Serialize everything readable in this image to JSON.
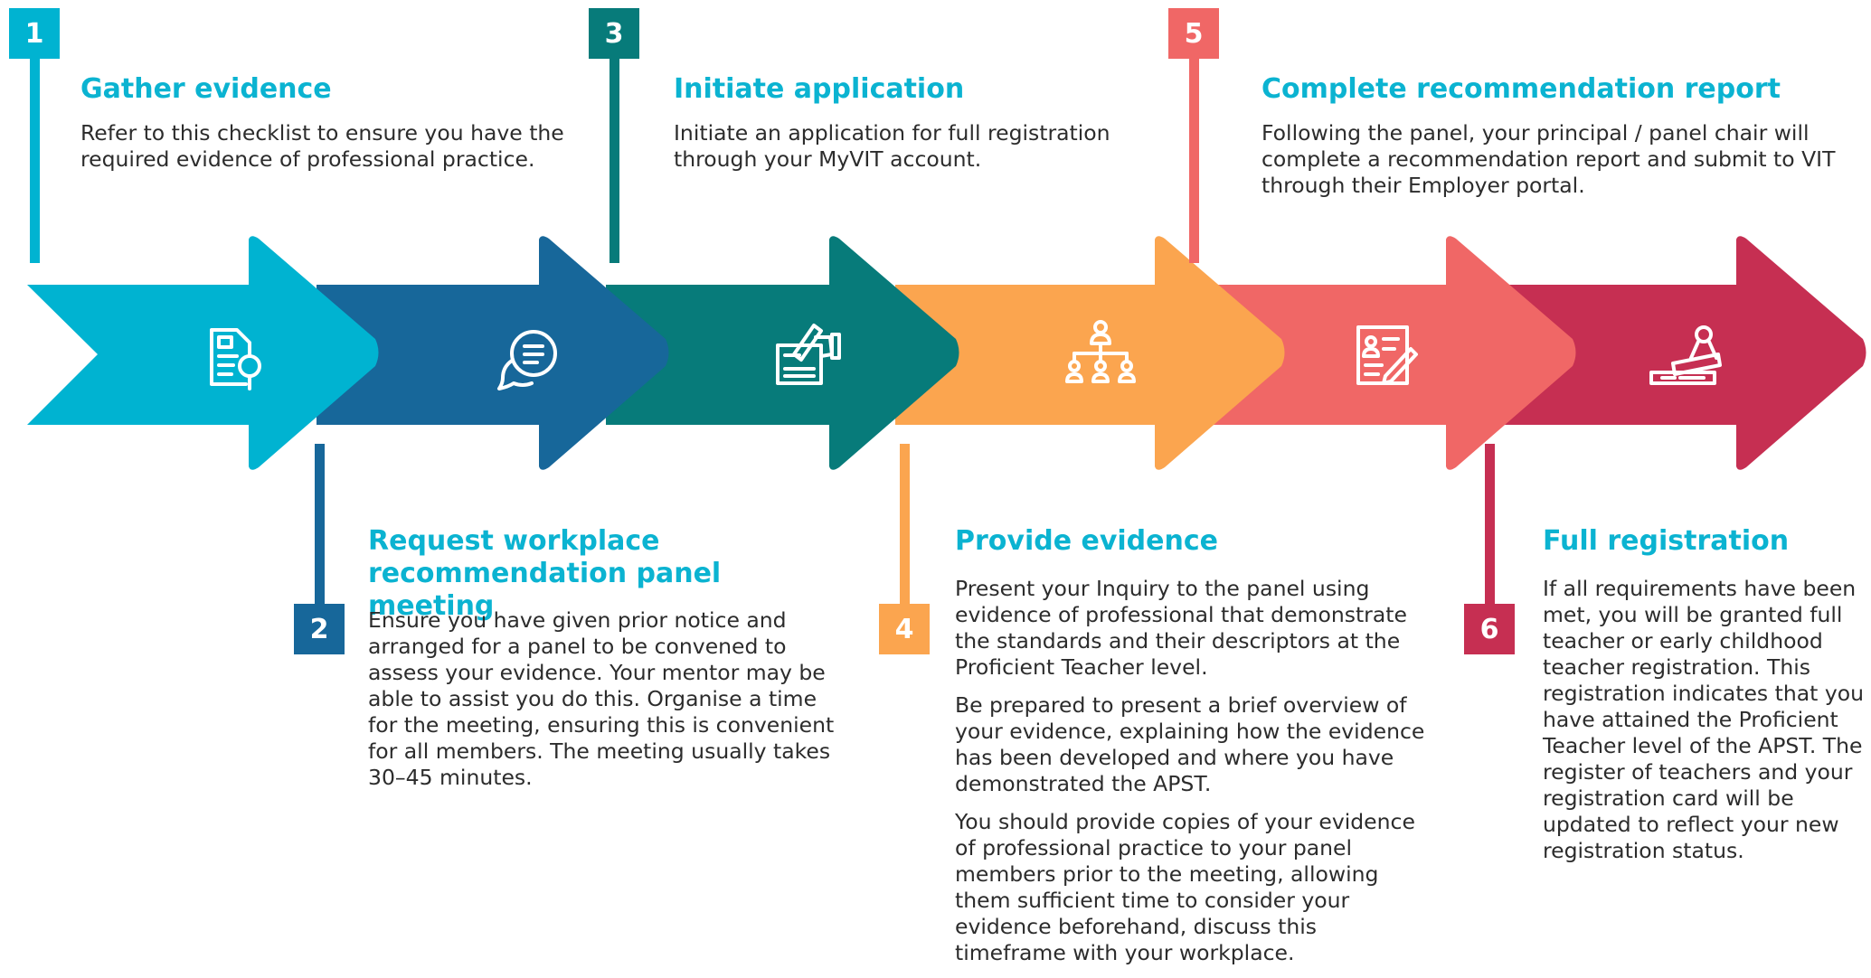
{
  "colors": {
    "title": "#0bb3d1",
    "step1": "#00b3d1",
    "step2": "#17679a",
    "step3": "#077b7a",
    "step4": "#fba54f",
    "step5": "#f06766",
    "step6": "#c62f52",
    "icon_bg": "#ffffff",
    "body_text": "#2c2c2c"
  },
  "steps": [
    {
      "number": "1",
      "title": "Gather evidence",
      "paragraphs": [
        "Refer to this checklist to ensure you have the required evidence of professional practice."
      ],
      "icon": "document-search-icon"
    },
    {
      "number": "2",
      "title": "Request workplace recommendation panel meeting",
      "paragraphs": [
        "Ensure you have given prior notice and arranged for a panel to be convened to assess your evidence. Your mentor may be able to assist you do this. Organise a time for the meeting, ensuring this is convenient for all members. The meeting usually takes 30–45 minutes."
      ],
      "icon": "speech-bubbles-icon"
    },
    {
      "number": "3",
      "title": "Initiate application",
      "paragraphs": [
        "Initiate an application for full registration through your MyVIT account."
      ],
      "icon": "signing-document-icon"
    },
    {
      "number": "4",
      "title": "Provide evidence",
      "paragraphs": [
        "Present your Inquiry to the panel using evidence of professional that demonstrate the standards and their descriptors at the Proficient Teacher level.",
        "Be prepared to present a brief overview of your evidence, explaining how the evidence has been developed and where you have demonstrated the APST.",
        "You should provide copies of your evidence of professional practice to your panel members prior to the meeting, allowing them sufficient time to consider your evidence beforehand, discuss this timeframe with your workplace."
      ],
      "icon": "org-chart-icon"
    },
    {
      "number": "5",
      "title": "Complete recommendation report",
      "paragraphs": [
        "Following the panel, your principal / panel chair will complete a recommendation report and submit to VIT through their Employer portal."
      ],
      "icon": "report-form-icon"
    },
    {
      "number": "6",
      "title": "Full registration",
      "paragraphs": [
        "If all requirements have been met, you will be granted full teacher or early childhood teacher registration. This registration indicates that you have attained the Proficient Teacher level of the APST. The register of teachers and your registration card will be updated to reflect your new registration status."
      ],
      "icon": "approval-stamp-icon"
    }
  ]
}
